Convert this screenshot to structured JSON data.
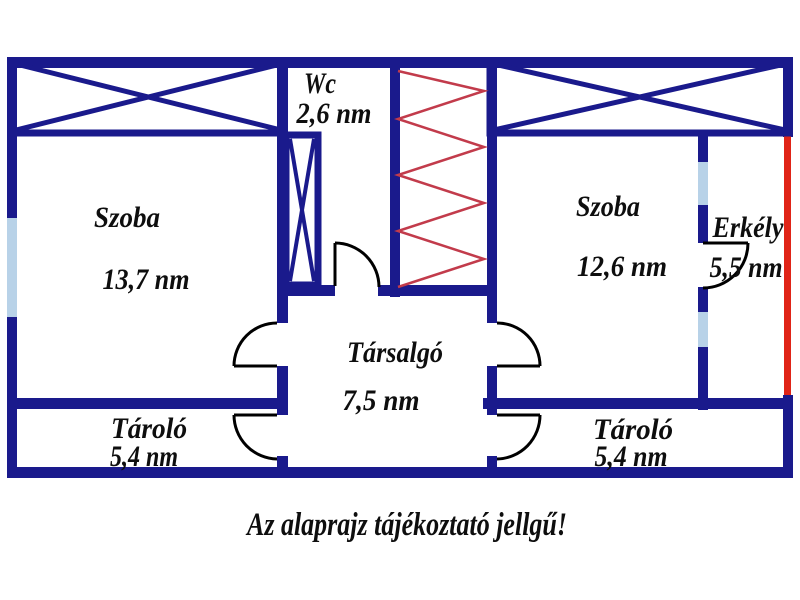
{
  "colors": {
    "wall": "#1a1a8c",
    "window": "#b8d2e8",
    "balcony_red": "#e02417",
    "stairs_red": "#c23b4b",
    "door": "#000000",
    "text": "#0e0e0e",
    "background": "#ffffff"
  },
  "rooms": {
    "wc": {
      "name": "Wc",
      "area": "2,6 nm"
    },
    "szoba_left": {
      "name": "Szoba",
      "area": "13,7 nm"
    },
    "szoba_right": {
      "name": "Szoba",
      "area": "12,6 nm"
    },
    "erkely": {
      "name": "Erkély",
      "area": "5,5 nm"
    },
    "tarsalgo": {
      "name": "Társalgó",
      "area": "7,5 nm"
    },
    "tarolo_left": {
      "name": "Tároló",
      "area": "5,4 nm"
    },
    "tarolo_right": {
      "name": "Tároló",
      "area": "5,4 nm"
    }
  },
  "legend": {
    "disclaimer": "Az alaprajz tájékoztató jellgű!"
  },
  "symbols": {
    "crossed_box": "built-in-closet-cross-symbol",
    "zigzag": "staircase-zigzag-symbol",
    "light_blue_segment": "window-symbol",
    "arc": "door-swing-symbol",
    "red_wall": "balcony-railing-wall"
  }
}
